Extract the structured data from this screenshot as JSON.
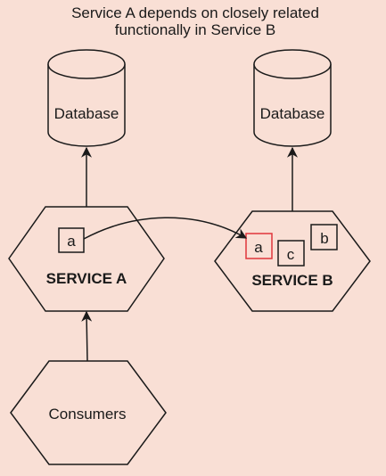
{
  "title": {
    "line1": "Service A depends on closely related",
    "line2": "functionally in Service B"
  },
  "database_a": {
    "label": "Database"
  },
  "database_b": {
    "label": "Database"
  },
  "service_a": {
    "label": "SERVICE A",
    "component": "a"
  },
  "service_b": {
    "label": "SERVICE B",
    "components": {
      "a": "a",
      "b": "b",
      "c": "c"
    },
    "highlight_color": "#e0353b"
  },
  "consumers": {
    "label": "Consumers"
  },
  "colors": {
    "background": "#f9dfd5",
    "stroke": "#1a1a1a"
  }
}
